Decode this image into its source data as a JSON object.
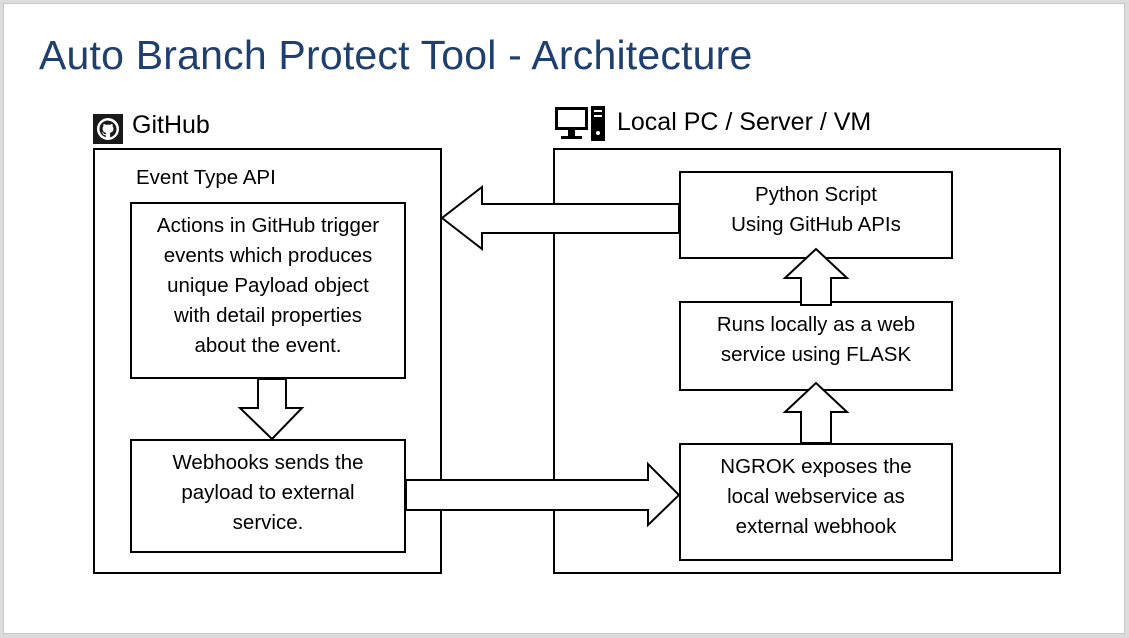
{
  "title": "Auto Branch Protect Tool - Architecture",
  "github": {
    "label": "GitHub",
    "icon": "github-icon",
    "panel_label": "Event Type API",
    "events_box": "Actions in GitHub trigger\nevents which produces\nunique Payload object\nwith detail properties\nabout the event.",
    "webhooks_box": "Webhooks sends the\npayload to external\nservice."
  },
  "local": {
    "label": "Local PC / Server / VM",
    "icon": "computer-icon",
    "python_box": "Python Script\nUsing GitHub APIs",
    "flask_box": "Runs locally as a web\nservice using FLASK",
    "ngrok_box": "NGROK exposes the\nlocal webservice as\nexternal webhook"
  }
}
